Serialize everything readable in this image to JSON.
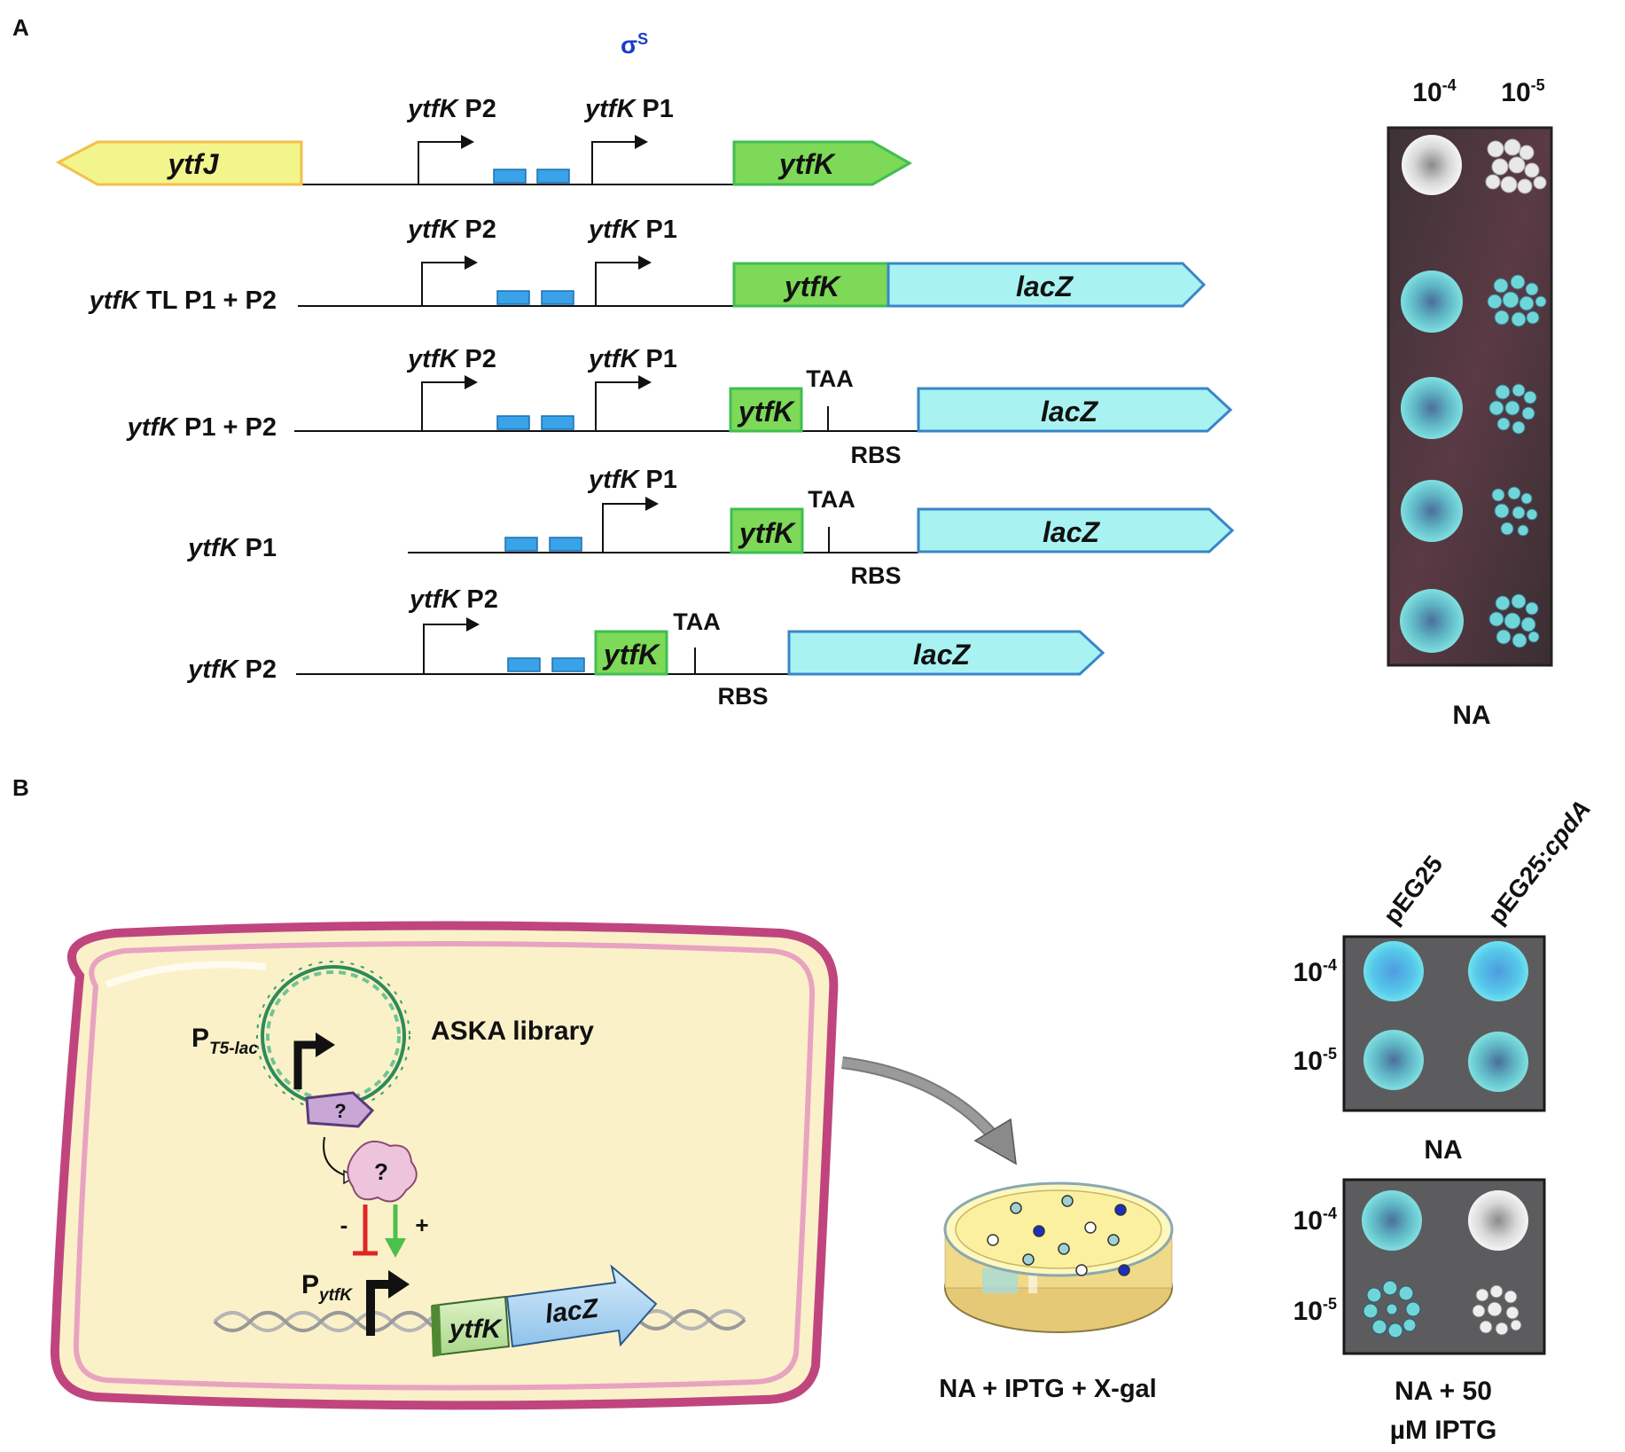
{
  "panel_a": {
    "label": "A",
    "sigma_label": "σ",
    "sigma_super": "S",
    "gene_ytfj": "ytfJ",
    "gene_ytfk": "ytfK",
    "gene_lacz": "lacZ",
    "promoter_gene": "ytfK",
    "p1": "P1",
    "p2": "P2",
    "taa": "TAA",
    "rbs": "RBS",
    "construct_tl": {
      "gene": "ytfK",
      "rest": "TL P1 + P2"
    },
    "construct_p1p2": {
      "gene": "ytfK",
      "rest": "P1 + P2"
    },
    "construct_p1": {
      "gene": "ytfK",
      "rest": "P1"
    },
    "construct_p2": {
      "gene": "ytfK",
      "rest": "P2"
    },
    "plate": {
      "dil_1": "10",
      "dil_1_exp": "-4",
      "dil_2": "10",
      "dil_2_exp": "-5",
      "medium": "NA"
    }
  },
  "panel_b": {
    "label": "B",
    "pt5_p": "P",
    "pt5_sub": "T5-lac",
    "aska": "ASKA library",
    "question": "?",
    "minus": "-",
    "plus": "+",
    "pytfk_p": "P",
    "pytfk_sub": "ytfK",
    "gene_ytfk": "ytfK",
    "gene_lacz": "lacZ",
    "dish_label": "NA + IPTG + X-gal",
    "col_1": "pEG25",
    "col_2_prefix": "pEG25:",
    "col_2_gene": "cpdA",
    "dil_base": "10",
    "exp_4": "-4",
    "exp_5": "-5",
    "plate1_label": "NA",
    "plate2_label_line1": "NA + 50",
    "plate2_label_line2": "µM IPTG"
  },
  "colors": {
    "ytfj_fill": "#f2f58c",
    "ytfk_fill": "#7dd957",
    "lacz_fill": "#a8f3f2",
    "box_blue": "#3aa2e8",
    "sigma_blue": "#1a3cc8",
    "cell_fill": "#fbf1c9",
    "cell_border": "#c0457f",
    "inhibit": "#e02525",
    "activate": "#4cc04a"
  }
}
